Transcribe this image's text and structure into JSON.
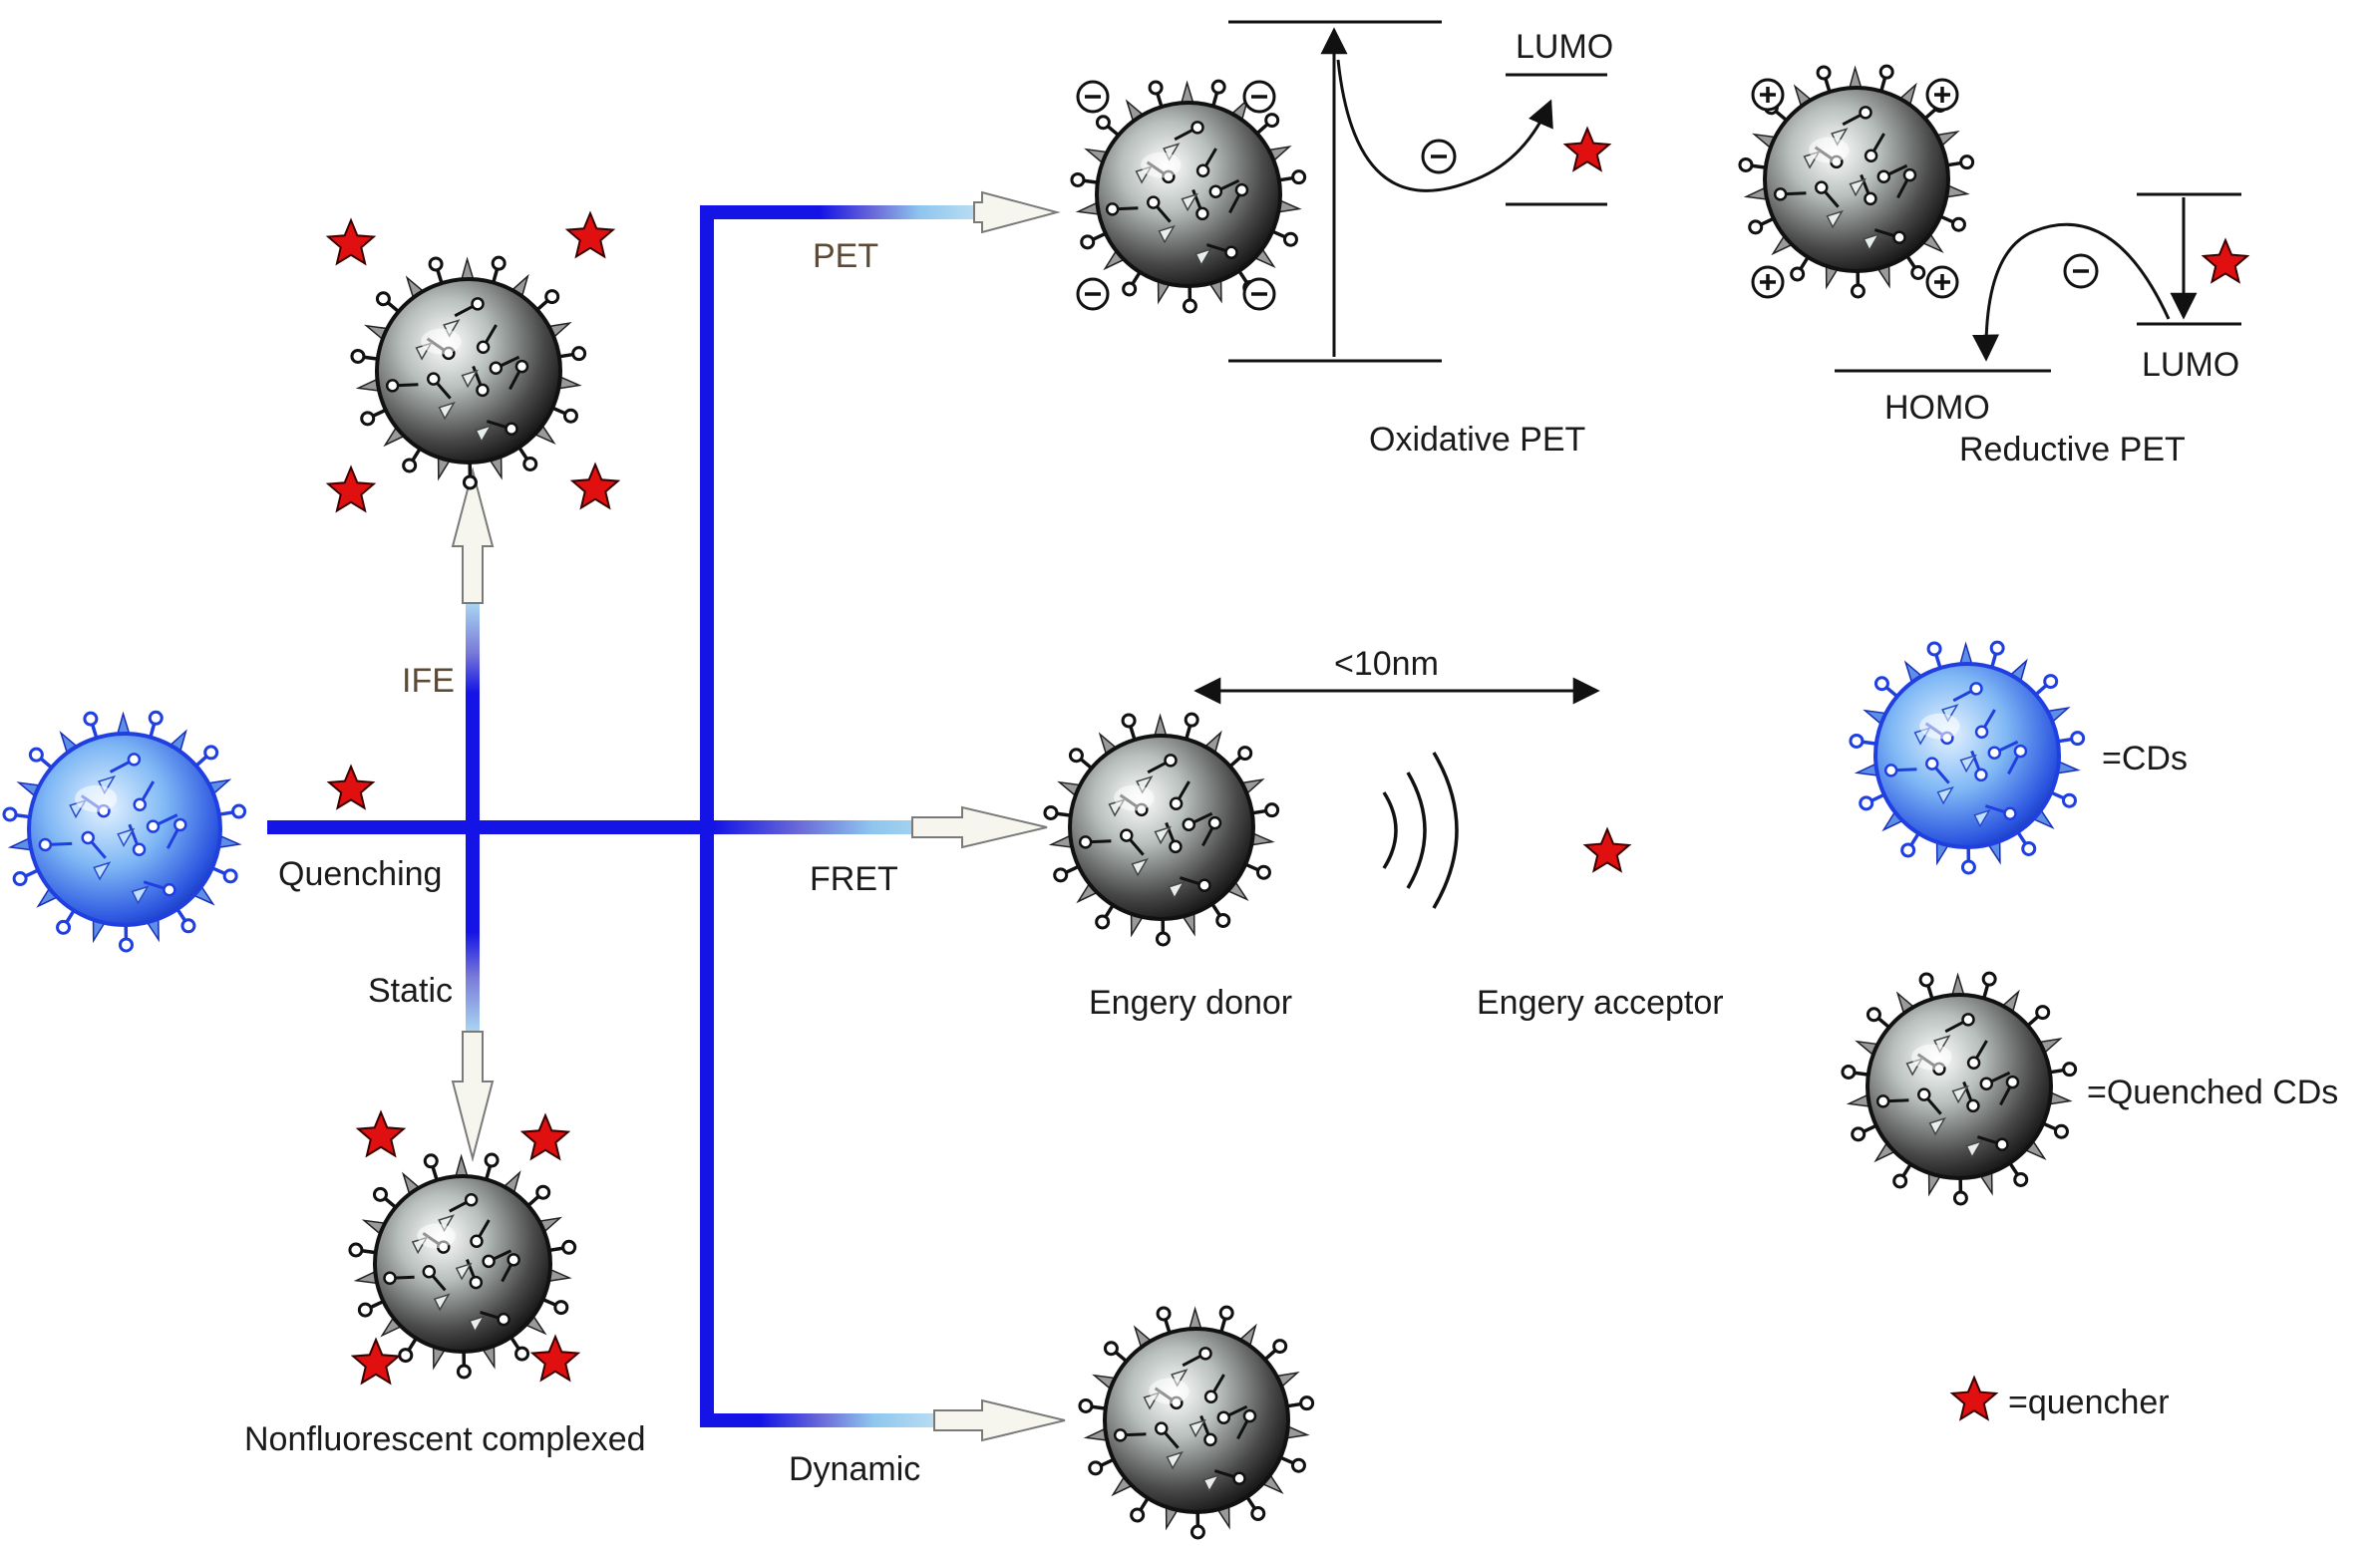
{
  "branches": {
    "pet": "PET",
    "ife": "IFE",
    "quenching": "Quenching",
    "static": "Static",
    "fret": "FRET",
    "dynamic": "Dynamic"
  },
  "oxidative": {
    "lumo": "LUMO",
    "caption": "Oxidative PET"
  },
  "reductive": {
    "homo": "HOMO",
    "lumo": "LUMO",
    "caption": "Reductive PET"
  },
  "fret": {
    "distance": "<10nm",
    "donor": "Engery donor",
    "acceptor": "Engery acceptor"
  },
  "static_product": "Nonfluorescent complexed",
  "legend": {
    "cds": "=CDs",
    "quenched": "=Quenched CDs",
    "quencher": "=quencher"
  },
  "colors": {
    "cd_blue": "#1f3fe0",
    "quenched_gray": "#555555",
    "quencher_red": "#e01010",
    "pathway_blue": "#1414e6"
  }
}
